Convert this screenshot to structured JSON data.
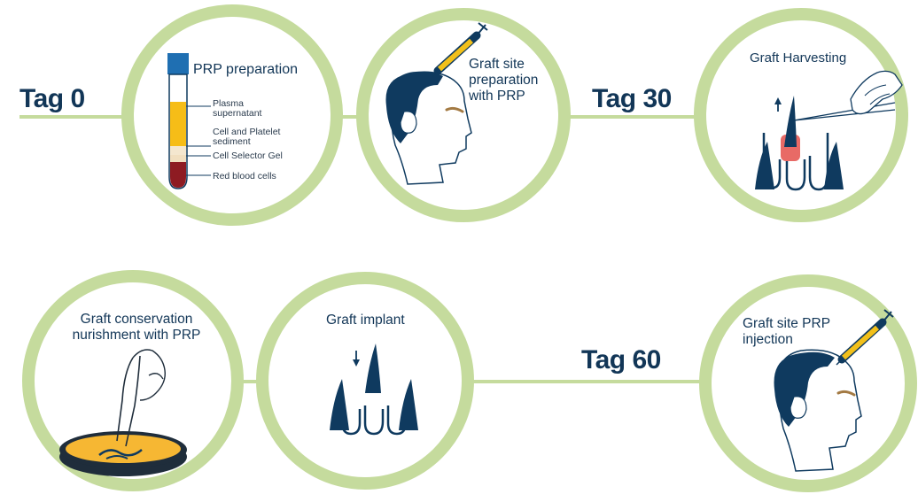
{
  "tags": {
    "tag0": "Tag 0",
    "tag30": "Tag 30",
    "tag60": "Tag 60"
  },
  "steps": {
    "prp_preparation": {
      "title": "PRP preparation",
      "labels": {
        "plasma": "Plasma supernatant",
        "platelet": "Cell and Platelet sediment",
        "gel": "Cell Selector Gel",
        "red": "Red blood cells"
      }
    },
    "graft_site_preparation": {
      "title": "Graft site preparation with PRP"
    },
    "graft_harvesting": {
      "title": "Graft Harvesting"
    },
    "graft_conservation": {
      "title": "Graft conservation nurishment with PRP"
    },
    "graft_implant": {
      "title": "Graft implant"
    },
    "graft_site_injection": {
      "title": "Graft site PRP injection"
    }
  },
  "colors": {
    "ring": "#c5db9d",
    "navy": "#0f3a5f",
    "text": "#123657",
    "tube_cap": "#1f6fb2",
    "plasma": "#f6bd17",
    "gel": "#f4e7cf",
    "red_cells": "#8e1b22",
    "syringe": "#f2c01a",
    "dish_yellow": "#f6b733",
    "graft_red": "#e86a66"
  }
}
